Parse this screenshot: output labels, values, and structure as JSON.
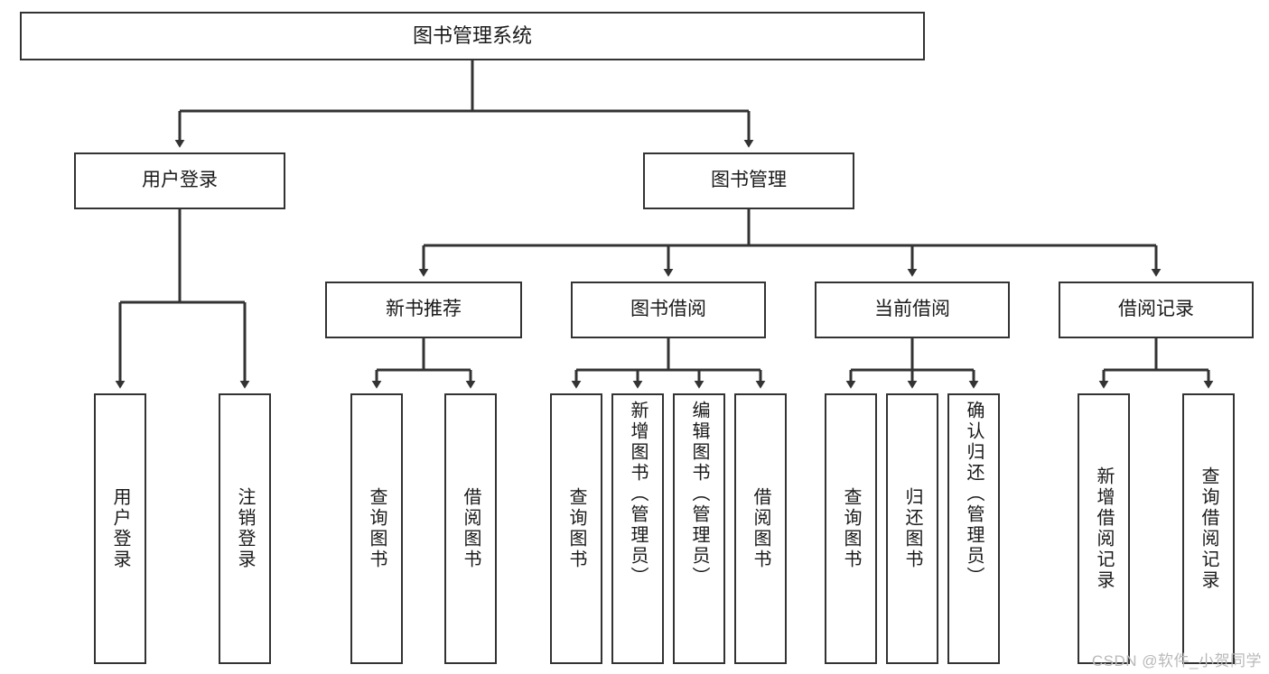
{
  "diagram": {
    "title": "图书管理系统",
    "type": "tree",
    "watermark": "CSDN @软件_小贺同学",
    "colors": {
      "box_border": "#333333",
      "box_fill": "#ffffff",
      "line": "#333333",
      "text": "#1a1a1a",
      "watermark": "#b9b9b9"
    }
  },
  "nodes": {
    "root": {
      "label": "图书管理系统"
    },
    "level2": [
      {
        "label": "用户登录"
      },
      {
        "label": "图书管理"
      }
    ],
    "level3": [
      {
        "label": "新书推荐"
      },
      {
        "label": "图书借阅"
      },
      {
        "label": "当前借阅"
      },
      {
        "label": "借阅记录"
      }
    ],
    "leaves": {
      "user_login": [
        {
          "label": "用户登录"
        },
        {
          "label": "注销登录"
        }
      ],
      "new_book": [
        {
          "label": "查询图书"
        },
        {
          "label": "借阅图书"
        }
      ],
      "book_borrow": [
        {
          "label": "查询图书"
        },
        {
          "label": "新增图书（管理员）"
        },
        {
          "label": "编辑图书（管理员）"
        },
        {
          "label": "借阅图书"
        }
      ],
      "current_borrow": [
        {
          "label": "查询图书"
        },
        {
          "label": "归还图书"
        },
        {
          "label": "确认归还（管理员）"
        }
      ],
      "borrow_record": [
        {
          "label": "新增借阅记录"
        },
        {
          "label": "查询借阅记录"
        }
      ]
    }
  }
}
